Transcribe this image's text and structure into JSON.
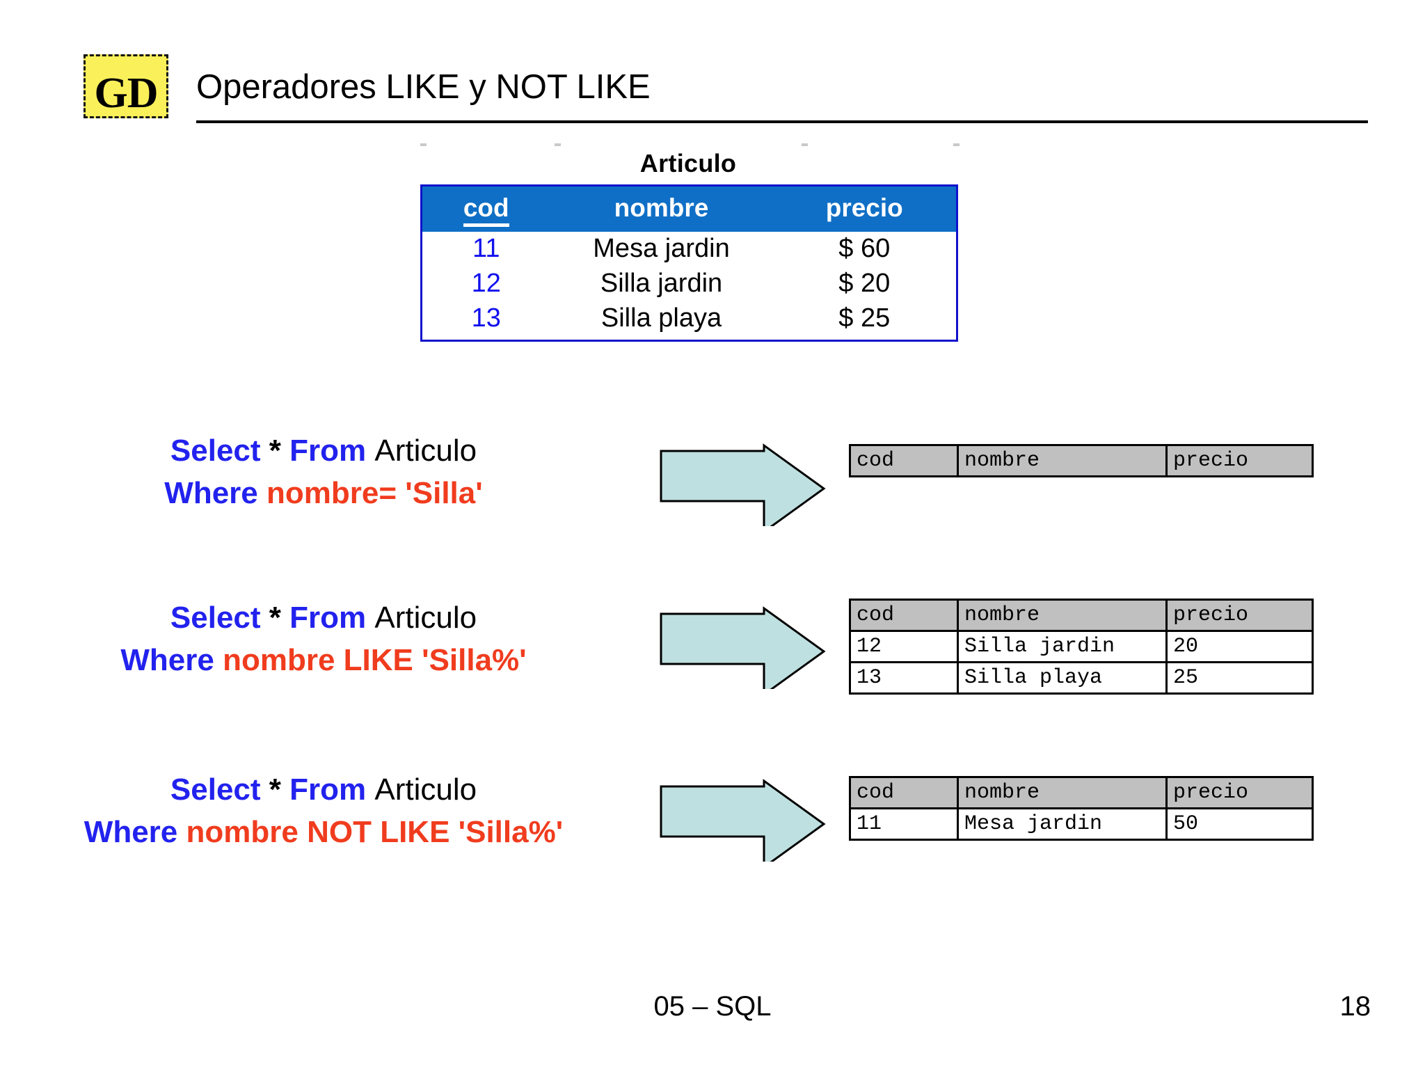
{
  "header": {
    "logo_text": "GD",
    "title": "Operadores LIKE y NOT LIKE"
  },
  "source_table": {
    "caption": "Articulo",
    "columns": [
      "cod",
      "nombre",
      "precio"
    ],
    "primary_key": "cod",
    "rows": [
      {
        "cod": "11",
        "nombre": "Mesa jardin",
        "precio": "$ 60"
      },
      {
        "cod": "12",
        "nombre": "Silla jardin",
        "precio": "$ 20"
      },
      {
        "cod": "13",
        "nombre": "Silla playa",
        "precio": "$ 25"
      }
    ]
  },
  "examples": [
    {
      "query": {
        "line1": {
          "kw1": "Select",
          "star": "*",
          "kw2": "From",
          "table": "Articulo"
        },
        "line2": {
          "kw": "Where",
          "condition": "nombre= 'Silla'"
        }
      },
      "result": {
        "columns": [
          "cod",
          "nombre",
          "precio"
        ],
        "rows": []
      }
    },
    {
      "query": {
        "line1": {
          "kw1": "Select",
          "star": "*",
          "kw2": "From",
          "table": "Articulo"
        },
        "line2": {
          "kw": "Where",
          "condition": "nombre LIKE 'Silla%'"
        }
      },
      "result": {
        "columns": [
          "cod",
          "nombre",
          "precio"
        ],
        "rows": [
          {
            "cod": "12",
            "nombre": "Silla jardin",
            "precio": "20"
          },
          {
            "cod": "13",
            "nombre": "Silla playa",
            "precio": "25"
          }
        ]
      }
    },
    {
      "query": {
        "line1": {
          "kw1": "Select",
          "star": "*",
          "kw2": "From",
          "table": "Articulo"
        },
        "line2": {
          "kw": "Where",
          "condition": "nombre NOT LIKE 'Silla%'"
        }
      },
      "result": {
        "columns": [
          "cod",
          "nombre",
          "precio"
        ],
        "rows": [
          {
            "cod": "11",
            "nombre": "Mesa jardin",
            "precio": "50"
          }
        ]
      }
    }
  ],
  "footer": {
    "center": "05 – SQL",
    "page": "18"
  },
  "colors": {
    "header_blue": "#0F6FC6",
    "table_border_blue": "#1111CC",
    "keyword_blue": "#2222EE",
    "literal_red": "#F03C1E",
    "arrow_fill": "#BFE0E0",
    "result_header_gray": "#C0C0C0",
    "logo_yellow": "#FAF05A"
  }
}
